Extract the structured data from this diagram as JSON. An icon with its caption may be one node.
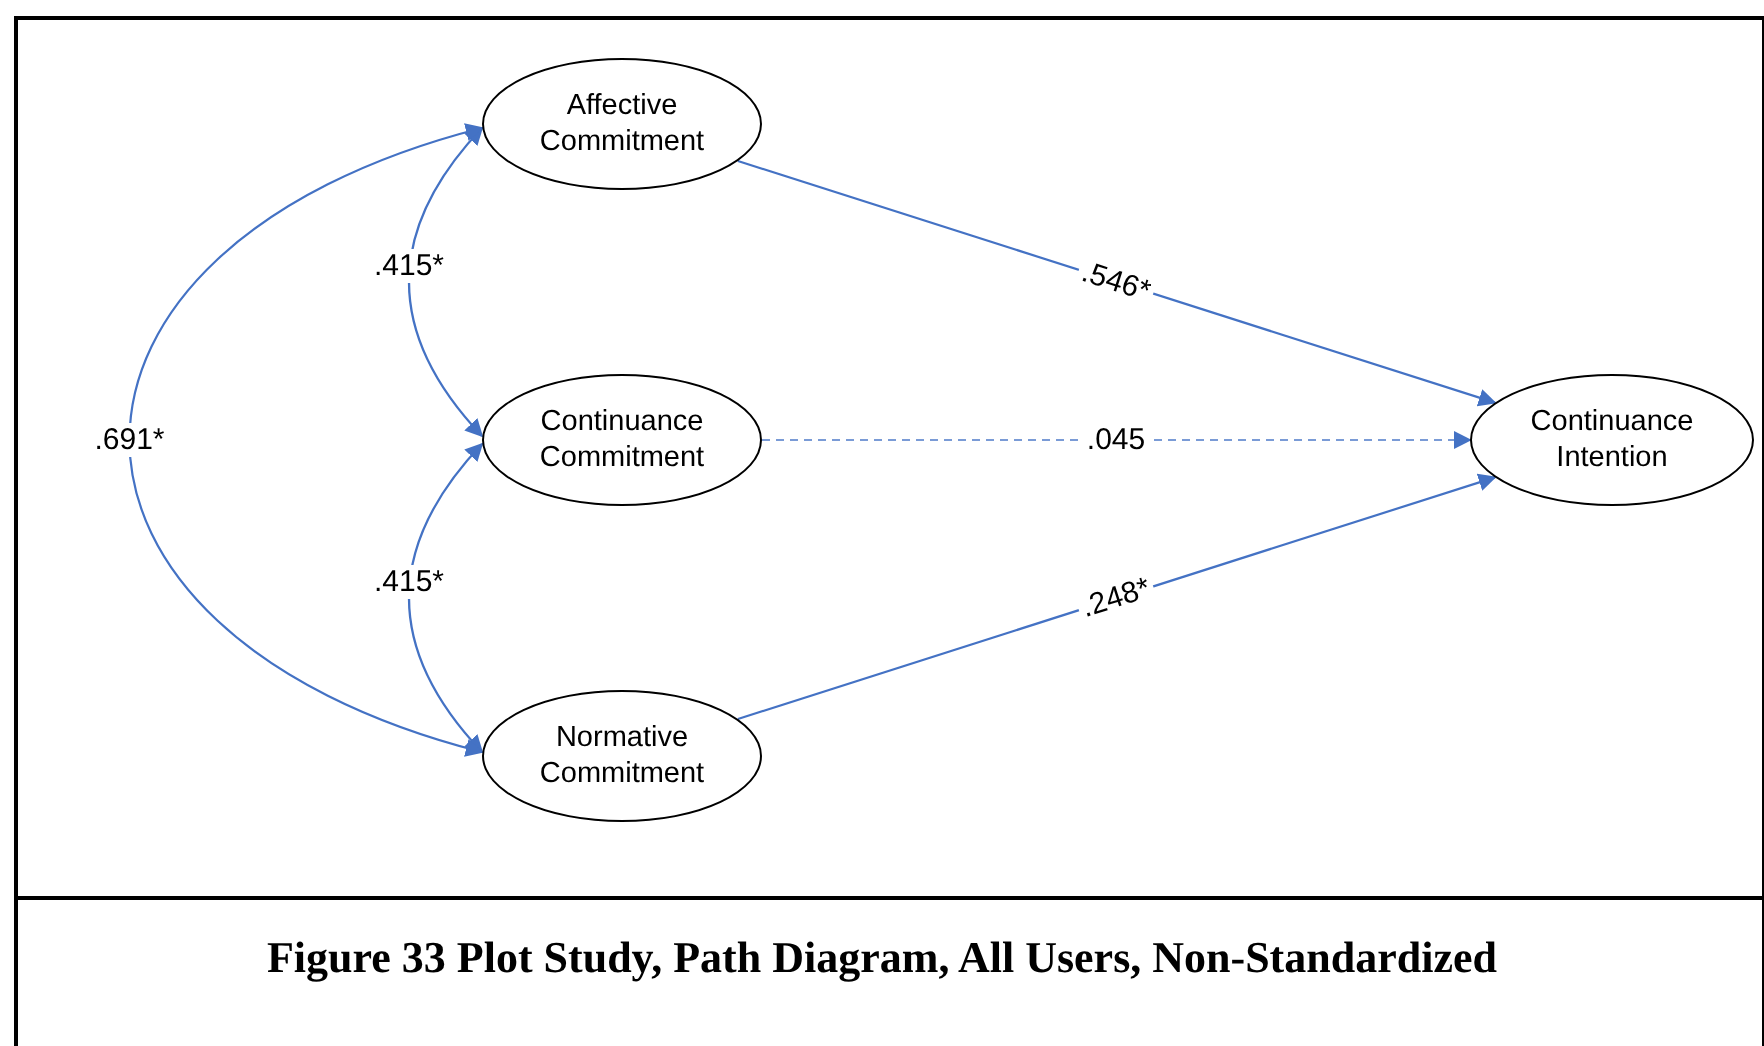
{
  "diagram": {
    "caption": "Figure 33 Plot Study, Path Diagram, All Users, Non-Standardized",
    "nodes": [
      {
        "text": [
          "Affective Commitment"
        ]
      },
      {
        "text": [
          "Continuance Commitment"
        ]
      },
      {
        "text": [
          "Normative Commitment"
        ]
      },
      {
        "text": [
          "Continuance Intention"
        ]
      }
    ],
    "edges": [
      {
        "from": 0,
        "to": 3,
        "arrow": "to",
        "label": ".546*"
      },
      {
        "from": 1,
        "to": 3,
        "arrow": "to",
        "label": ".045",
        "style": "dashed"
      },
      {
        "from": 2,
        "to": 3,
        "arrow": "to",
        "label": ".248*"
      },
      {
        "from": 0,
        "to": 1,
        "arrow": "both",
        "label": ".415*"
      },
      {
        "from": 1,
        "to": 2,
        "arrow": "both",
        "label": ".415*"
      },
      {
        "from": 0,
        "to": 2,
        "arrow": "both",
        "label": ".691*"
      }
    ]
  }
}
